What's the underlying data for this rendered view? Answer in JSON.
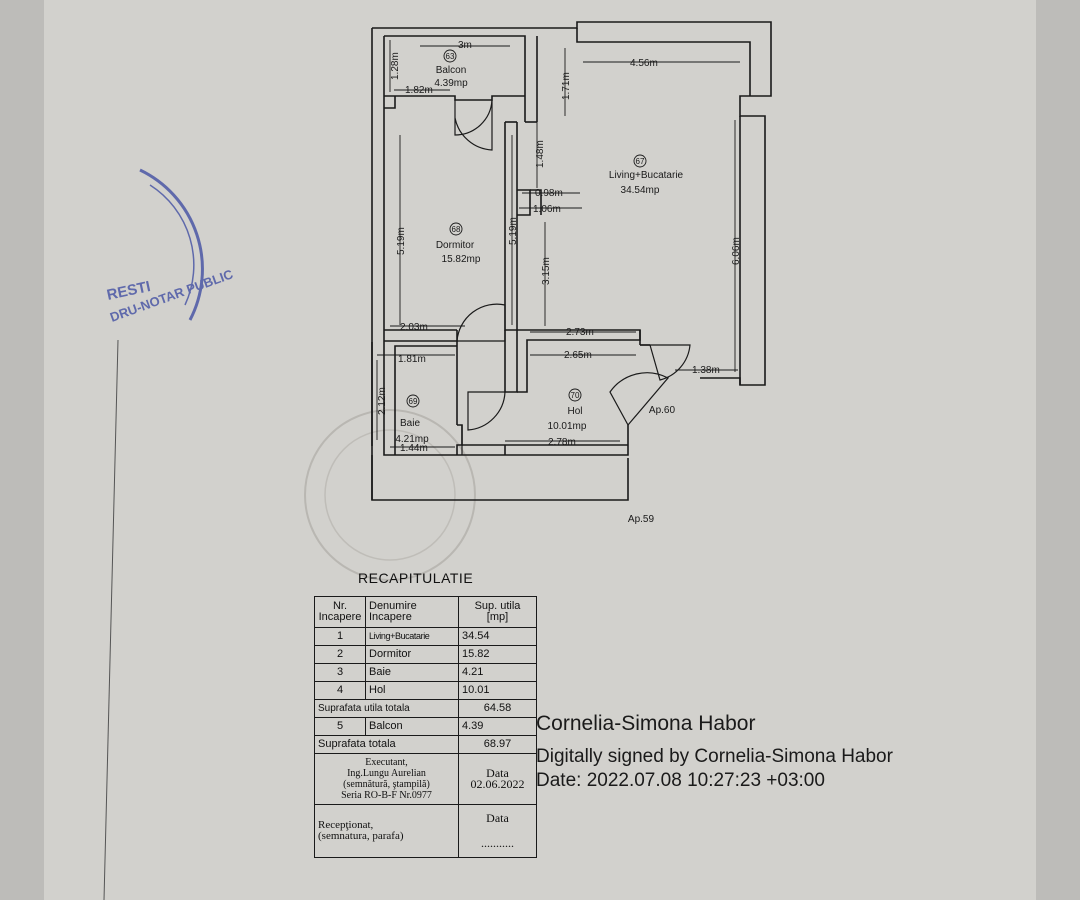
{
  "rooms": [
    {
      "id": "balcon",
      "number": "63",
      "name": "Balcon",
      "area": "4.39mp"
    },
    {
      "id": "living",
      "number": "67",
      "name": "Living+Bucatarie",
      "area": "34.54mp"
    },
    {
      "id": "dormitor",
      "number": "68",
      "name": "Dormitor",
      "area": "15.82mp"
    },
    {
      "id": "baie",
      "number": "69",
      "name": "Baie",
      "area": "4.21mp"
    },
    {
      "id": "hol",
      "number": "70",
      "name": "Hol",
      "area": "10.01mp"
    }
  ],
  "dimensions": {
    "balcon_width_top": "3m",
    "balcon_height": "1.28m",
    "balcon_width": "1.82m",
    "living_width": "4.56m",
    "living_top_offset": "1.71m",
    "living_wall": "1.48m",
    "niche_a": "0.98m",
    "niche_b": "1.06m",
    "dormitor_height_left": "5.19m",
    "dormitor_height_right": "5.19m",
    "living_inner_height": "3.15m",
    "living_height": "6.06m",
    "dormitor_width": "2.03m",
    "living_lower_width": "2.73m",
    "hol_upper_width": "2.65m",
    "entry_width": "1.38m",
    "baie_width": "1.81m",
    "baie_height": "2.12m",
    "baie_bottom": "1.44m",
    "hol_width": "2.78m"
  },
  "neighbors": {
    "right": "Ap.60",
    "bottom": "Ap.59"
  },
  "recap": {
    "title": "RECAPITULATIE",
    "headers": {
      "nr": "Nr.\nIncapere",
      "name": "Denumire\nIncapere",
      "area": "Sup. utila\n[mp]"
    },
    "rows": [
      {
        "nr": "1",
        "name": "Living+Bucatarie",
        "area": "34.54"
      },
      {
        "nr": "2",
        "name": "Dormitor",
        "area": "15.82"
      },
      {
        "nr": "3",
        "name": "Baie",
        "area": "4.21"
      },
      {
        "nr": "4",
        "name": "Hol",
        "area": "10.01"
      }
    ],
    "useful_total_label": "Suprafata utila totala",
    "useful_total_value": "64.58",
    "balcony_row": {
      "nr": "5",
      "name": "Balcon",
      "area": "4.39"
    },
    "total_label": "Suprafata totala",
    "total_value": "68.97",
    "executor": "Executant,\nIng.Lungu Aurelian\n(semnătură, ştampilă)\nSeria RO-B-F Nr.0977",
    "executor_date_label": "Data",
    "executor_date": "02.06.2022",
    "received": "Recepţionat,\n(semnatura, parafa)",
    "received_date_label": "Data",
    "received_dots": "..........."
  },
  "signature": {
    "name": "Cornelia-Simona Habor",
    "line": "Digitally signed by Cornelia-Simona Habor",
    "date": "Date: 2022.07.08 10:27:23 +03:00"
  },
  "stamp_text": "BUCUREŞTI · ... DRU-NOTAR PUBLIC",
  "colors": {
    "paper": "#d2d1cd",
    "background": "#bdbcb9",
    "ink": "#1a1a1a",
    "stamp": "#4b58a6"
  }
}
